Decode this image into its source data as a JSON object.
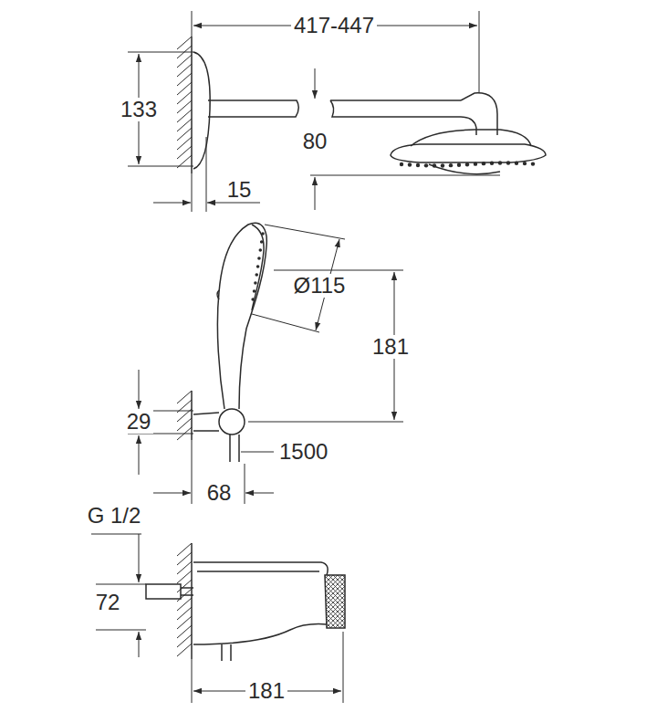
{
  "diagram": {
    "labels": [
      "417-447",
      "133",
      "80",
      "15",
      "Ø115",
      "181",
      "29",
      "1500",
      "68",
      "G 1/2",
      "72",
      "181"
    ]
  }
}
